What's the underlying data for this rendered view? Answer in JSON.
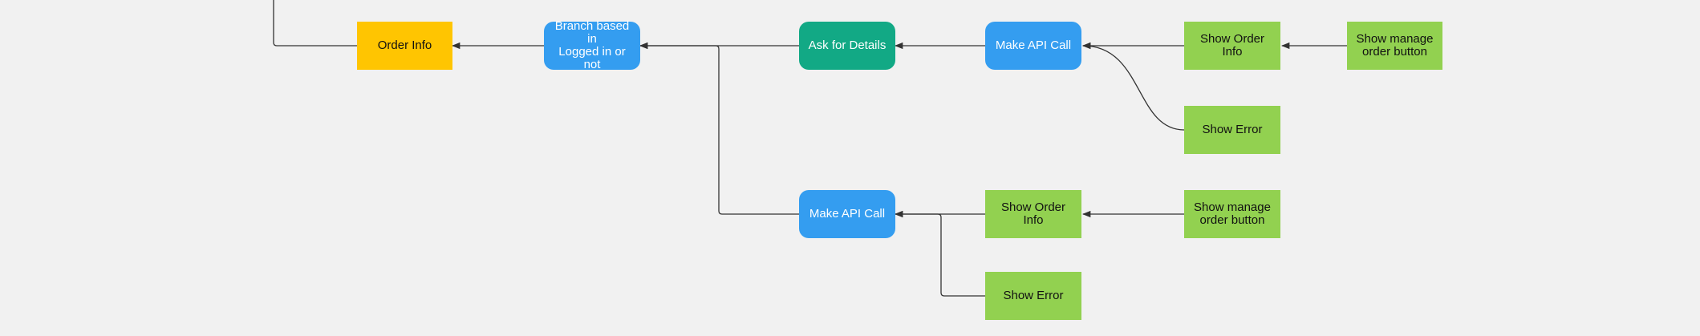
{
  "diagram": {
    "nodes": {
      "order_info": {
        "label": "Order Info"
      },
      "branch": {
        "label": "Branch based in\nLogged in or not"
      },
      "ask_details": {
        "label": "Ask for Details"
      },
      "api_call_top": {
        "label": "Make API Call"
      },
      "show_order_info_top": {
        "label": "Show Order Info"
      },
      "show_manage_top": {
        "label": "Show manage\norder button"
      },
      "show_error_top": {
        "label": "Show Error"
      },
      "api_call_bottom": {
        "label": "Make API Call"
      },
      "show_order_info_bottom": {
        "label": "Show Order Info"
      },
      "show_manage_bottom": {
        "label": "Show manage\norder button"
      },
      "show_error_bottom": {
        "label": "Show Error"
      }
    },
    "colors": {
      "background": "#f1f1f1",
      "start": "#ffc501",
      "process": "#349df0",
      "input": "#12a985",
      "display": "#92d150",
      "edge": "#333333"
    }
  }
}
